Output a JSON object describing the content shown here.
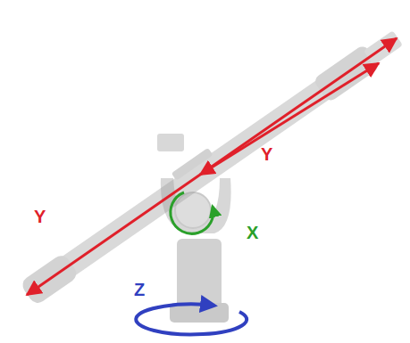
{
  "diagram": {
    "labels": [
      "Y",
      "Y",
      "X",
      "Z"
    ]
  }
}
